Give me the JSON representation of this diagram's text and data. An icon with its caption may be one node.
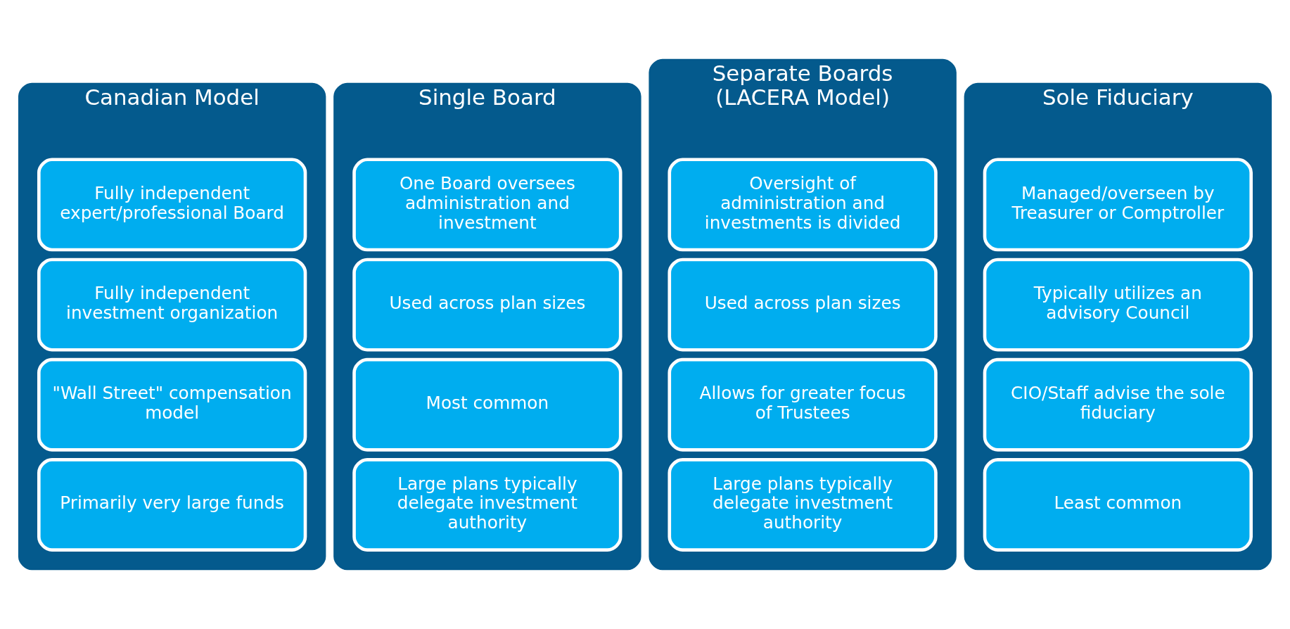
{
  "diagram": {
    "nodes": [
      {
        "text": [
          "Canadian Model"
        ]
      },
      {
        "text": [
          "Fully independent expert/professional Board"
        ],
        "in": 0
      },
      {
        "text": [
          "Fully independent investment organization"
        ],
        "in": 0
      },
      {
        "text": [
          "\"Wall Street\" compensation model"
        ],
        "in": 0
      },
      {
        "text": [
          "Primarily very large funds"
        ],
        "in": 0
      },
      {
        "text": [
          "Single Board"
        ]
      },
      {
        "text": [
          "One Board oversees administration and investment"
        ],
        "in": 5
      },
      {
        "text": [
          "Used across plan sizes"
        ],
        "in": 5
      },
      {
        "text": [
          "Most common"
        ],
        "in": 5
      },
      {
        "text": [
          "Large plans typically delegate investment authority"
        ],
        "in": 5
      },
      {
        "text": [
          "Separate Boards (LACERA Model)"
        ]
      },
      {
        "text": [
          "Oversight of administration and investments is divided"
        ],
        "in": 10
      },
      {
        "text": [
          "Used across plan sizes"
        ],
        "in": 10
      },
      {
        "text": [
          "Allows for greater focus of Trustees"
        ],
        "in": 10
      },
      {
        "text": [
          "Large plans typically delegate investment authority"
        ],
        "in": 10
      },
      {
        "text": [
          "Sole Fiduciary"
        ]
      },
      {
        "text": [
          "Managed/overseen by Treasurer or Comptroller"
        ],
        "in": 15
      },
      {
        "text": [
          "Typically utilizes an advisory Council"
        ],
        "in": 15
      },
      {
        "text": [
          "CIO/Staff advise the sole fiduciary"
        ],
        "in": 15
      },
      {
        "text": [
          "Least common"
        ],
        "in": 15
      }
    ]
  }
}
